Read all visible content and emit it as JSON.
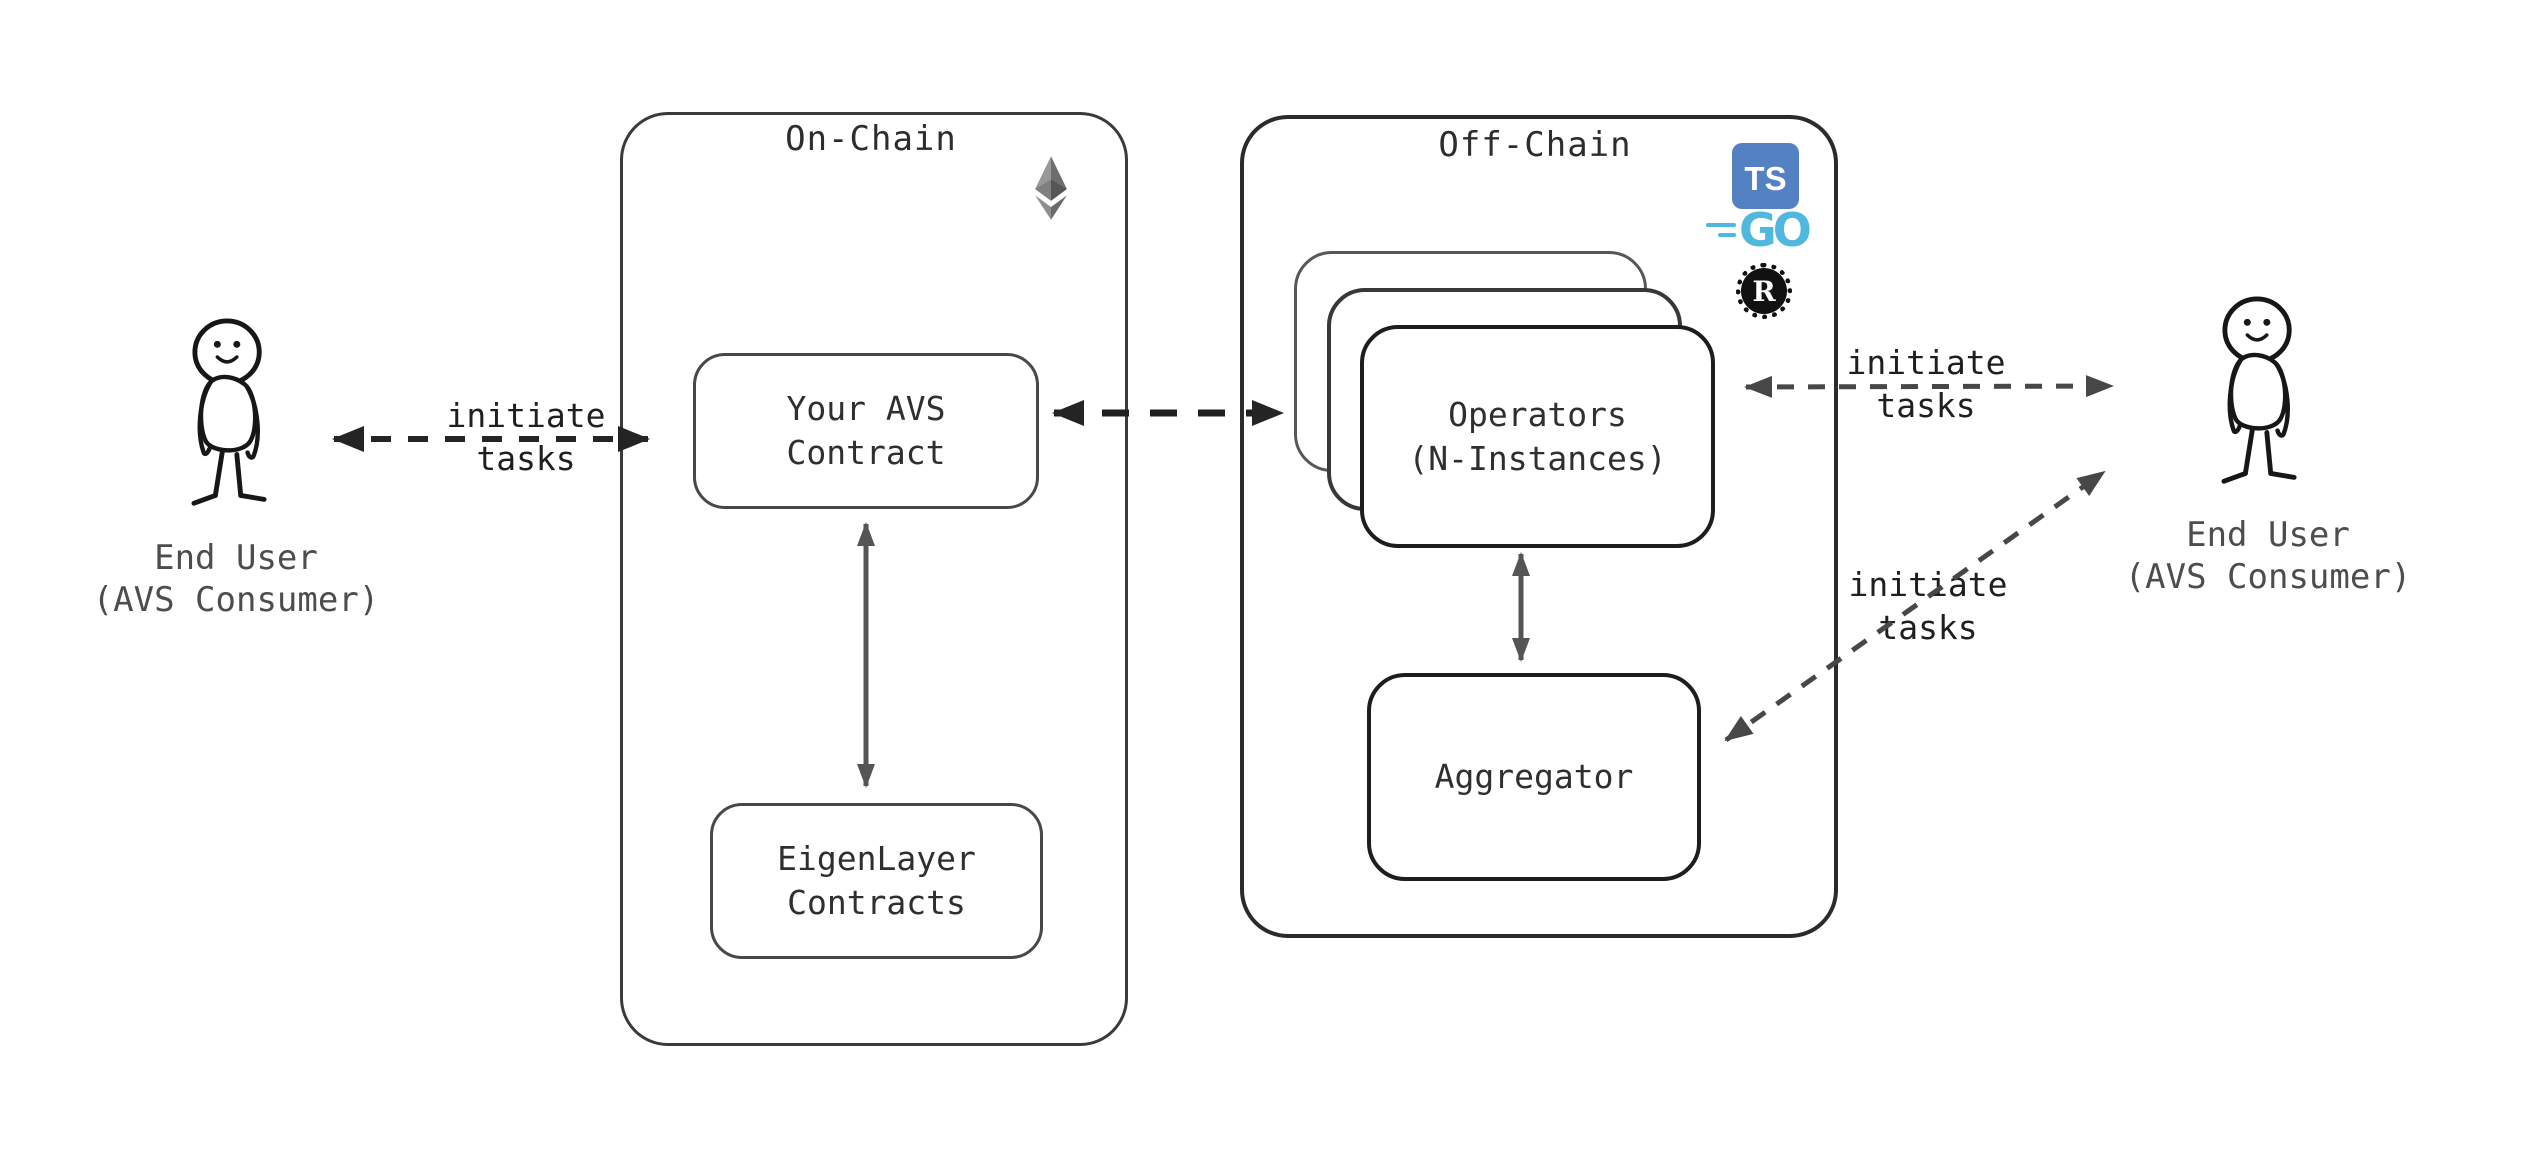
{
  "users": {
    "left": {
      "label_line1": "End User",
      "label_line2": "(AVS Consumer)"
    },
    "right": {
      "label_line1": "End User",
      "label_line2": "(AVS Consumer)"
    }
  },
  "onchain": {
    "title": "On-Chain",
    "avs_box": {
      "line1": "Your AVS",
      "line2": "Contract"
    },
    "eigen_box": {
      "line1": "EigenLayer",
      "line2": "Contracts"
    }
  },
  "offchain": {
    "title": "Off-Chain",
    "operators_box": {
      "line1": "Operators",
      "line2": "(N-Instances)"
    },
    "aggregator_box": {
      "label": "Aggregator"
    },
    "tech_icons": {
      "typescript": {
        "label": "TS",
        "color": "#5381c1"
      },
      "go": {
        "label": "GO",
        "color": "#50b8de"
      },
      "rust": {
        "label": "R",
        "color": "#111111"
      }
    }
  },
  "arrow_labels": {
    "user_to_contract": {
      "line1": "initiate",
      "line2": "tasks"
    },
    "user_to_operators": {
      "line1": "initiate",
      "line2": "tasks"
    },
    "user_to_aggregator": {
      "line1": "initiate",
      "line2": "tasks"
    }
  },
  "colors": {
    "box_stroke_dark": "#1d1d1d",
    "zone_stroke": "#2b2b2b",
    "arrow_dark": "#242424",
    "arrow_mid": "#474747",
    "arrow_gray": "#555555",
    "ethereum_gray": "#7a7a7a"
  }
}
